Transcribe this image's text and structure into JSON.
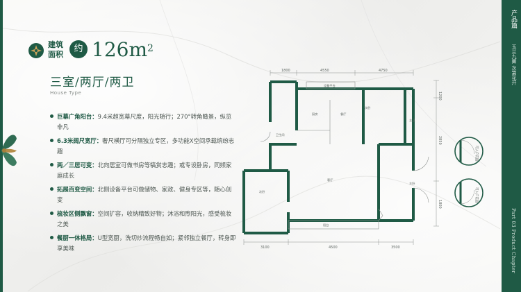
{
  "header": {
    "area_label_line1": "建筑",
    "area_label_line2": "面积",
    "area_approx": "约",
    "area_value": "126m",
    "area_unit_sup": "2"
  },
  "house": {
    "title": "三室/两厅/两卫",
    "subtitle_en": "House Type"
  },
  "features": [
    {
      "title": "巨幕广角阳台：",
      "desc": "9.4米超宽幕尺度，阳光随行；270°转角瞰景，纵览非凡"
    },
    {
      "title": "6.3米阔尺宽厅：",
      "desc": "奢尺横厅可分隔独立专区，多功能X空间承载缤纷志趣"
    },
    {
      "title": "两／三居可变：",
      "desc": "北向居室可做书房等犒赏志趣；或专设卧房，同频家庭成长"
    },
    {
      "title": "拓展百变空间：",
      "desc": "北侧设备平台可做储物、家政、健身专区等，随心创变"
    },
    {
      "title": "梳妆区侧飘窗：",
      "desc": "空间扩容，收纳精致好物；沐浴和煦阳光，感受梳妆之美"
    },
    {
      "title": "餐厨一体格局：",
      "desc": "U型宽厨，洗切炒流程畅自如；紧邻独立餐厅，转身即享美味"
    }
  ],
  "plan": {
    "dims_top": [
      "1800",
      "4550",
      "4750"
    ],
    "dims_bottom": [
      "3100",
      "4500",
      "3500"
    ],
    "dims_right": [
      "1200",
      "2850",
      "1800"
    ],
    "rooms": {
      "platform": "设备平台",
      "kitchen": "厨房",
      "dining": "餐厅",
      "bedroom1": "次卧",
      "bath1": "卫生间",
      "bath2": "主卫",
      "living": "客厅",
      "bedroom2": "次卧",
      "master": "主卧",
      "balcony": "阳台",
      "expand": "可拓展空间"
    },
    "option_labels": [
      "可入户花园",
      "可入户花园"
    ]
  },
  "side_panel": {
    "title": "产品篇",
    "sub": "玉兰九卿 次第花开",
    "chapter": "Part 03 Product Chapter"
  }
}
